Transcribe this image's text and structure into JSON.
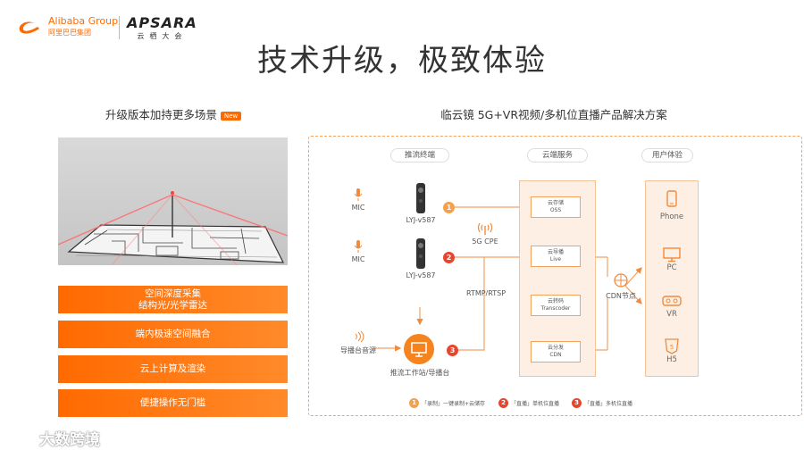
{
  "header": {
    "alibaba_brand": "Alibaba Group",
    "alibaba_cn": "阿里巴巴集团",
    "apsara_brand": "APSARA",
    "apsara_cn": "云栖大会",
    "title": "技术升级，极致体验"
  },
  "left": {
    "title": "升级版本加持更多场景",
    "badge": "New",
    "features": [
      {
        "line1": "空间深度采集",
        "line2": "结构光/光学雷达"
      },
      {
        "line1": "端内极速空间融合",
        "line2": ""
      },
      {
        "line1": "云上计算及渲染",
        "line2": ""
      },
      {
        "line1": "便捷操作无门槛",
        "line2": ""
      }
    ]
  },
  "right": {
    "title": "临云镜 5G+VR视频/多机位直播产品解决方案",
    "sections": {
      "push": "推流终端",
      "cloud": "云端服务",
      "ux": "用户体验"
    },
    "mic1": "MIC",
    "mic2": "MIC",
    "cam1": "LYJ-v587",
    "cam2": "LYJ-v587",
    "cpe": "5G CPE",
    "rtmp": "RTMP/RTSP",
    "director_audio": "导播台音源",
    "workstation": "推流工作站/导播台",
    "cdn_node": "CDN节点",
    "nodes": [
      {
        "cn": "云存储",
        "en": "OSS"
      },
      {
        "cn": "云导播",
        "en": "Live"
      },
      {
        "cn": "云转码",
        "en": "Transcoder"
      },
      {
        "cn": "云分发",
        "en": "CDN"
      }
    ],
    "ux": [
      "Phone",
      "PC",
      "VR",
      "H5"
    ],
    "numbers": [
      "1",
      "2",
      "3"
    ],
    "legend": [
      {
        "num": "1",
        "text": "「录制」一键录制+云储存"
      },
      {
        "num": "2",
        "text": "「直播」单机位直播"
      },
      {
        "num": "3",
        "text": "「直播」多机位直播"
      }
    ]
  },
  "watermark": "大数跨境",
  "colors": {
    "accent": "#ff6a00",
    "red": "#e8462c",
    "panel": "#fdefe3"
  }
}
